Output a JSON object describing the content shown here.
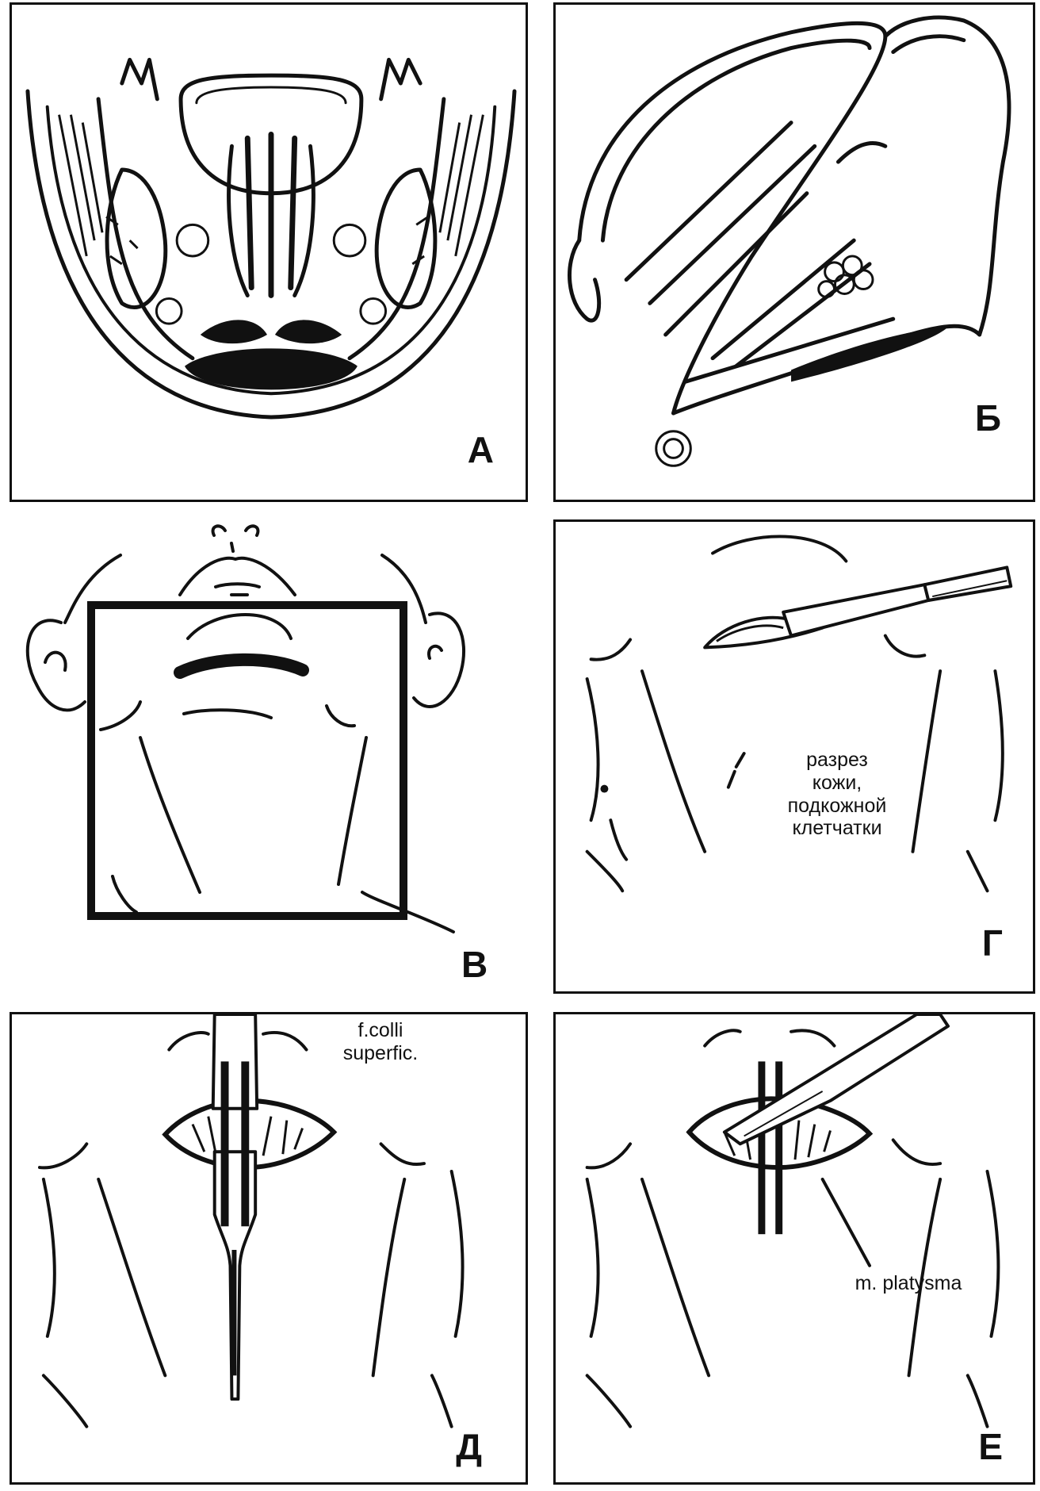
{
  "panels": {
    "a": {
      "label": "А"
    },
    "b": {
      "label": "Б"
    },
    "v": {
      "label": "В"
    },
    "g": {
      "label": "Г",
      "annotation": [
        "разрез",
        "кожи,",
        "подкожной",
        "клетчатки"
      ]
    },
    "d": {
      "label": "Д",
      "annotation": [
        "f.colli",
        "superfic."
      ]
    },
    "e": {
      "label": "Е",
      "annotation": [
        "m. platysma"
      ]
    }
  }
}
